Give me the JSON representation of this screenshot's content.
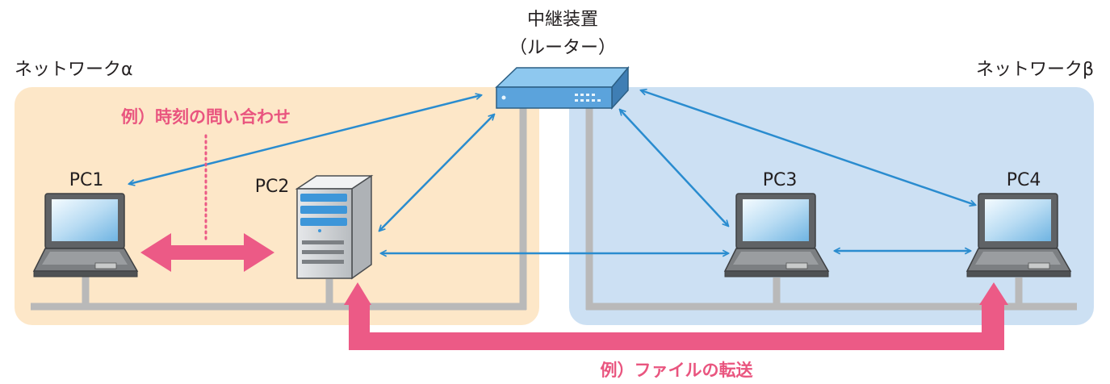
{
  "router": {
    "line1": "中継装置",
    "line2": "（ルーター）"
  },
  "networks": {
    "alpha": "ネットワークα",
    "beta": "ネットワークβ"
  },
  "pcs": {
    "pc1": "PC1",
    "pc2": "PC2",
    "pc3": "PC3",
    "pc4": "PC4"
  },
  "examples": {
    "time_query": "例）時刻の問い合わせ",
    "file_transfer": "例）ファイルの転送"
  },
  "colors": {
    "network_alpha_bg": "#fde7c8",
    "network_beta_bg": "#cce0f3",
    "link_arrow": "#2a8ccf",
    "example_arrow": "#ec5a86",
    "cable": "#b9b9b9"
  }
}
